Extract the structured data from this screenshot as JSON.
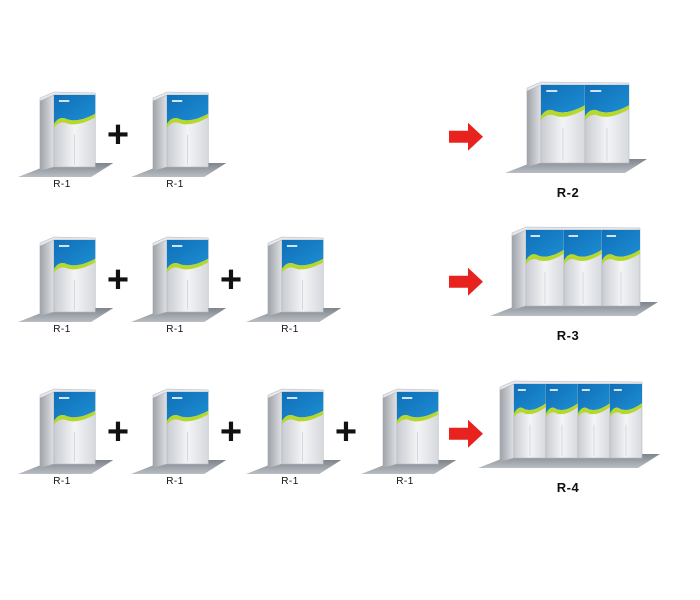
{
  "rows": [
    {
      "inputs": [
        "R-1",
        "R-1"
      ],
      "result": "R-2",
      "result_modules": 2
    },
    {
      "inputs": [
        "R-1",
        "R-1",
        "R-1"
      ],
      "result": "R-3",
      "result_modules": 3
    },
    {
      "inputs": [
        "R-1",
        "R-1",
        "R-1",
        "R-1"
      ],
      "result": "R-4",
      "result_modules": 4
    }
  ],
  "operator_symbol": "+",
  "colors": {
    "panel_blue": "#1e8fd4",
    "panel_green": "#b6d72c",
    "arrow_red": "#e8231f",
    "body_white": "#f3f4f6",
    "shadow_gray": "#9aa0a6",
    "text": "#111111"
  },
  "icons": {
    "unit": "cabinet-unit-icon",
    "operator": "plus-icon",
    "arrow": "right-arrow-icon"
  }
}
